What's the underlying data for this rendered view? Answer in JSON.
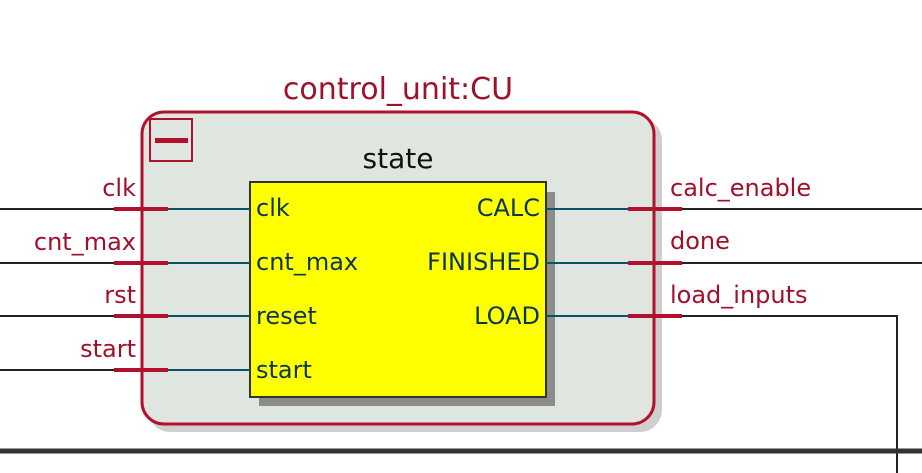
{
  "module": {
    "title": "control_unit:CU",
    "collapse_icon": "minus-icon",
    "colors": {
      "border": "#b2102d",
      "fill": "#dfe5df",
      "label": "#a0102a",
      "wire": "#222222",
      "inner_wire": "#0b4f6e"
    }
  },
  "state_block": {
    "title": "state",
    "fill_color": "#ffff00",
    "inputs": [
      "clk",
      "cnt_max",
      "reset",
      "start"
    ],
    "outputs": [
      "CALC",
      "FINISHED",
      "LOAD"
    ]
  },
  "left_ports": [
    "clk",
    "cnt_max",
    "rst",
    "start"
  ],
  "right_ports": [
    "calc_enable",
    "done",
    "load_inputs"
  ]
}
